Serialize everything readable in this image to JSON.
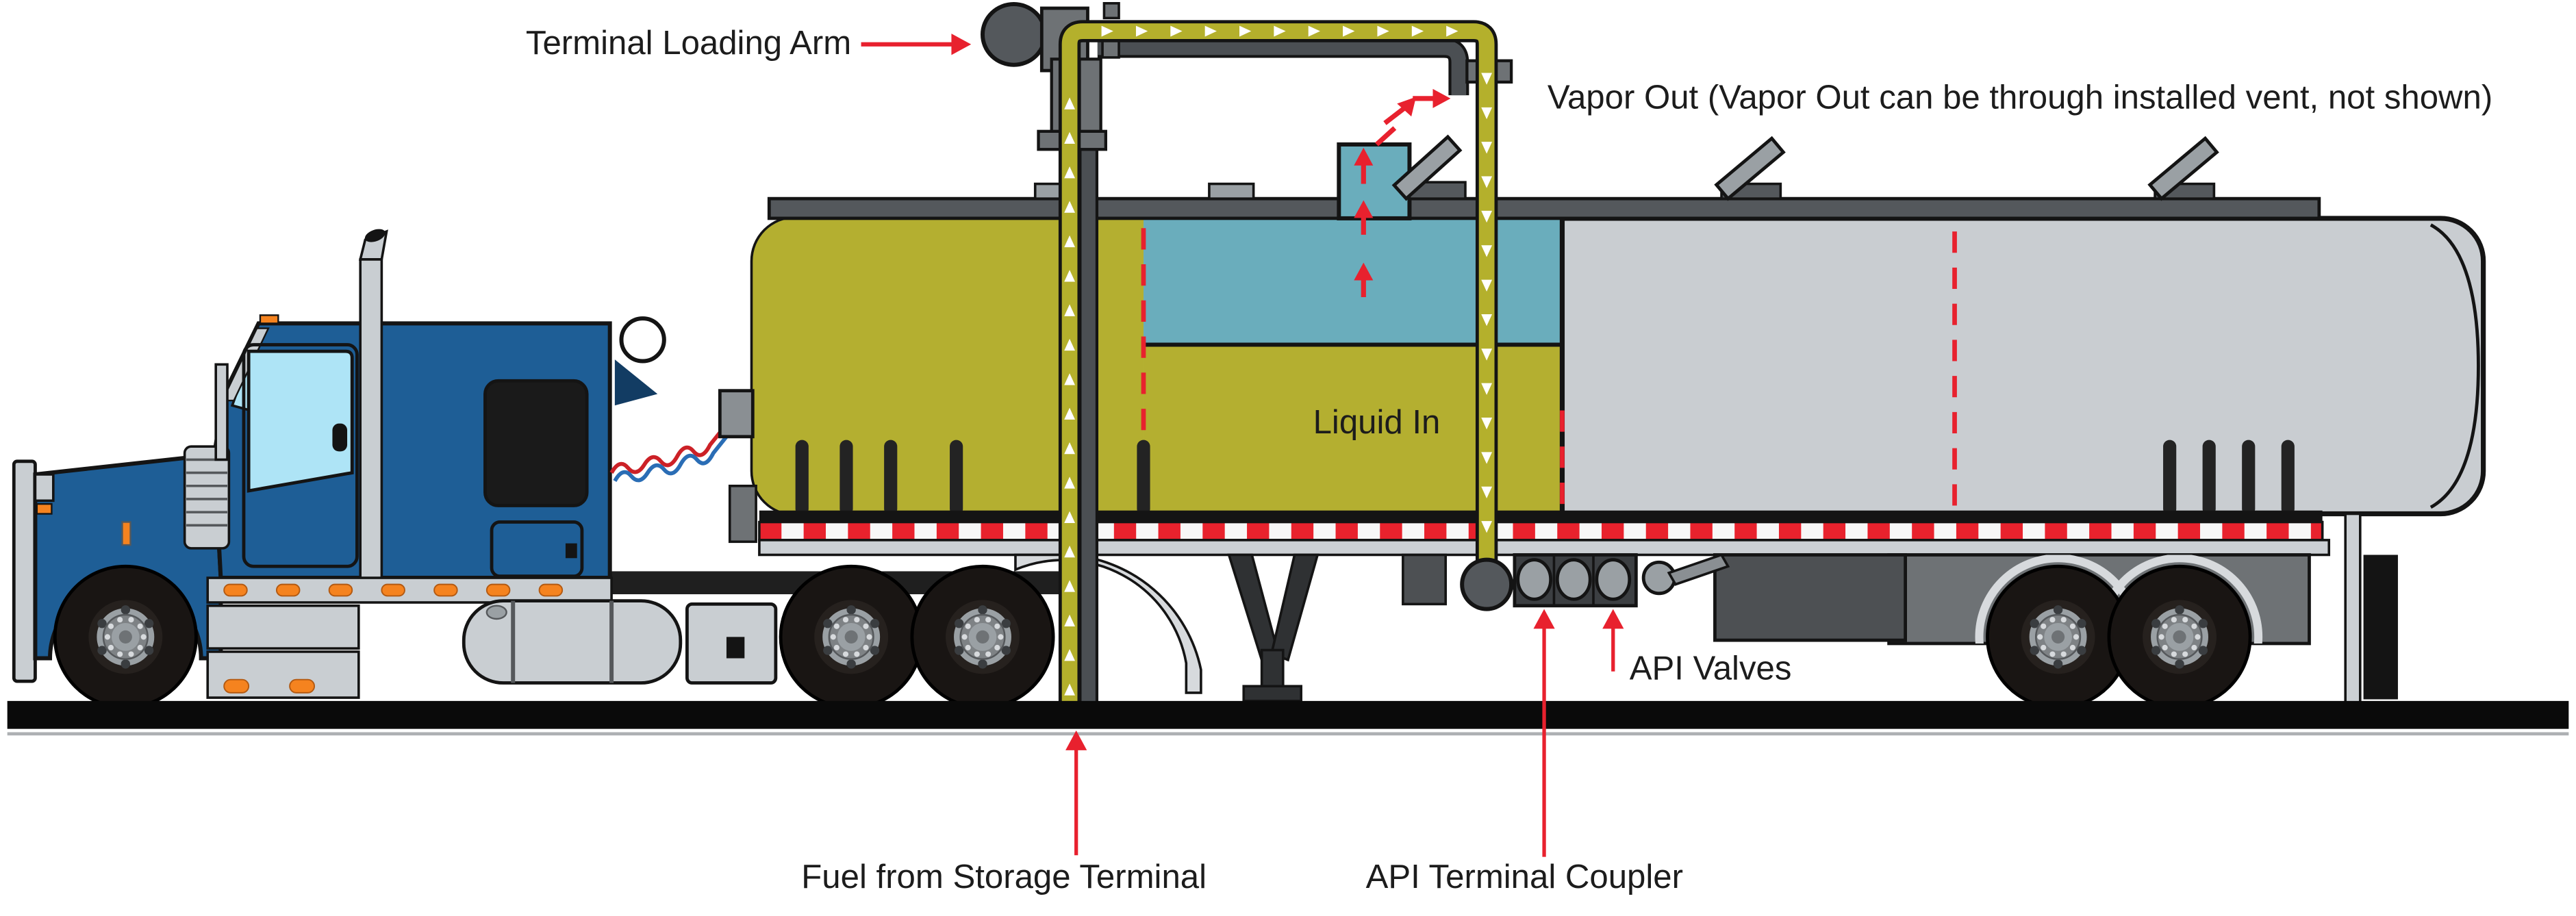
{
  "labels": {
    "terminal_loading_arm": "Terminal Loading Arm",
    "vapor_out": "Vapor Out (Vapor Out can be through installed vent, not shown)",
    "liquid_in": "Liquid In",
    "api_valves": "API Valves",
    "fuel_from_storage_terminal": "Fuel from Storage Terminal",
    "api_terminal_coupler": "API Terminal Coupler"
  },
  "colors": {
    "cab_blue": "#1e5e96",
    "window_blue": "#aee4f6",
    "tank_olive": "#b4af30",
    "vapor_teal": "#6aadbc",
    "tank_gray": "#c9cdd1",
    "walkway_gray": "#54585c",
    "pipe_olive": "#b4b02c",
    "pipe_dark_gray": "#4b4f53",
    "silver": "#ccd0d4",
    "mid_gray": "#9aa0a4",
    "callout_red": "#e8212e",
    "reflective_red": "#e8222d",
    "reflective_white": "#f7f7f7",
    "marker_orange": "#f5831f",
    "ground_black": "#0a0a0a",
    "navy_pennant": "#123c63"
  },
  "icons": {
    "flow_arrow": "white chevron showing fuel/vapor flow direction",
    "callout_arrow": "red pointer arrow",
    "hatch_open": "tilted open manhole lid",
    "hatch_closed": "closed manhole cover"
  }
}
